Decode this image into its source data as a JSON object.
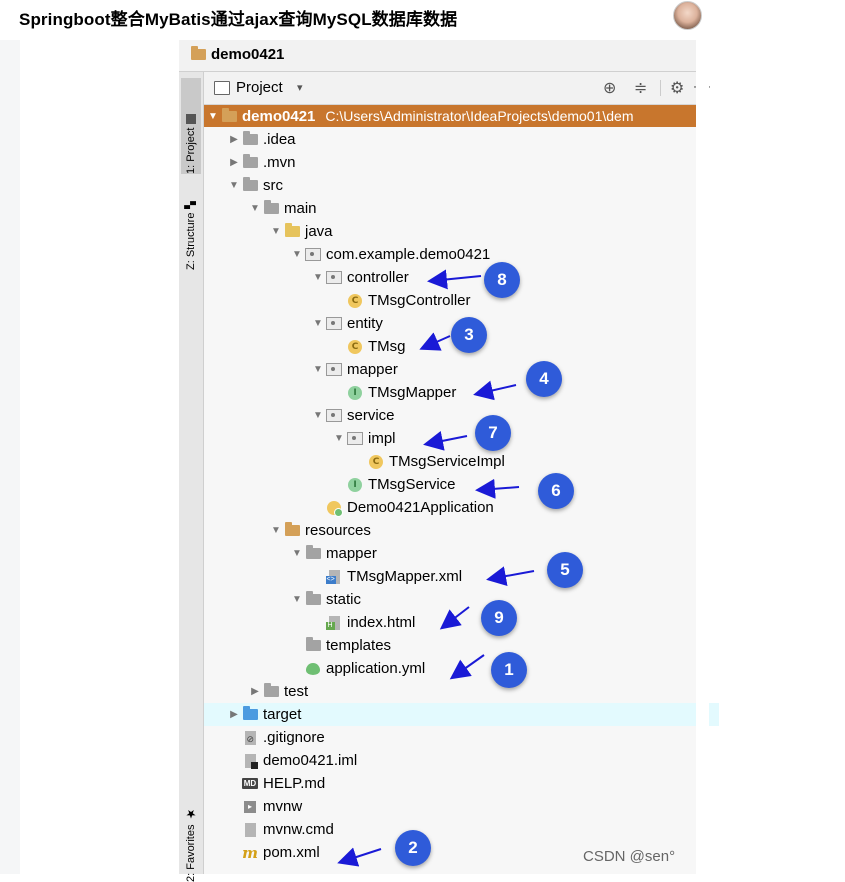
{
  "article": {
    "title": "Springboot整合MyBatis通过ajax查询MySQL数据库数据"
  },
  "ide": {
    "window_title": "demo0421",
    "side_tabs": {
      "project": "1: Project",
      "structure": "Z: Structure",
      "favorites": "2: Favorites"
    },
    "panel": {
      "title": "Project",
      "dropdown": "▾",
      "tools": [
        "⊕",
        "≑",
        "⚙",
        "—"
      ]
    },
    "root": {
      "name": "demo0421",
      "path": "C:\\Users\\Administrator\\IdeaProjects\\demo01\\dem"
    },
    "tree": [
      {
        "label": ".idea",
        "icon": "folder-gray",
        "arrow": "▶"
      },
      {
        "label": ".mvn",
        "icon": "folder-gray",
        "arrow": "▶"
      },
      {
        "label": "src",
        "icon": "folder-gray",
        "arrow": "▼"
      },
      {
        "label": "main",
        "icon": "folder-gray",
        "arrow": "▼"
      },
      {
        "label": "java",
        "icon": "folder-yellow",
        "arrow": "▼"
      },
      {
        "label": "com.example.demo0421",
        "icon": "package",
        "arrow": "▼"
      },
      {
        "label": "controller",
        "icon": "package",
        "arrow": "▼"
      },
      {
        "label": "TMsgController",
        "icon": "class",
        "arrow": ""
      },
      {
        "label": "entity",
        "icon": "package",
        "arrow": "▼"
      },
      {
        "label": "TMsg",
        "icon": "class",
        "arrow": ""
      },
      {
        "label": "mapper",
        "icon": "package",
        "arrow": "▼"
      },
      {
        "label": "TMsgMapper",
        "icon": "interface",
        "arrow": ""
      },
      {
        "label": "service",
        "icon": "package",
        "arrow": "▼"
      },
      {
        "label": "impl",
        "icon": "package",
        "arrow": "▼"
      },
      {
        "label": "TMsgServiceImpl",
        "icon": "class",
        "arrow": ""
      },
      {
        "label": "TMsgService",
        "icon": "interface",
        "arrow": ""
      },
      {
        "label": "Demo0421Application",
        "icon": "spring-app",
        "arrow": ""
      },
      {
        "label": "resources",
        "icon": "folder-orange",
        "arrow": "▼"
      },
      {
        "label": "mapper",
        "icon": "folder-gray",
        "arrow": "▼"
      },
      {
        "label": "TMsgMapper.xml",
        "icon": "xml-file",
        "arrow": ""
      },
      {
        "label": "static",
        "icon": "folder-gray",
        "arrow": "▼"
      },
      {
        "label": "index.html",
        "icon": "html-file",
        "arrow": ""
      },
      {
        "label": "templates",
        "icon": "folder-gray",
        "arrow": ""
      },
      {
        "label": "application.yml",
        "icon": "yml-file",
        "arrow": ""
      },
      {
        "label": "test",
        "icon": "folder-gray",
        "arrow": "▶"
      },
      {
        "label": "target",
        "icon": "folder-blue",
        "arrow": "▶"
      },
      {
        "label": ".gitignore",
        "icon": "git-file",
        "arrow": ""
      },
      {
        "label": "demo0421.iml",
        "icon": "iml-file",
        "arrow": ""
      },
      {
        "label": "HELP.md",
        "icon": "md-file",
        "arrow": ""
      },
      {
        "label": "mvnw",
        "icon": "shell-file",
        "arrow": ""
      },
      {
        "label": "mvnw.cmd",
        "icon": "cmd-file",
        "arrow": ""
      },
      {
        "label": "pom.xml",
        "icon": "maven-file",
        "arrow": ""
      }
    ]
  },
  "markers": [
    "8",
    "3",
    "4",
    "7",
    "6",
    "5",
    "9",
    "1",
    "2"
  ],
  "watermark": "CSDN @sen°",
  "colors": {
    "root_highlight": "#c8762d",
    "target_highlight": "#e3fafe",
    "marker_blue": "#2f5bd9",
    "arrow_blue": "#1a1ad6"
  }
}
